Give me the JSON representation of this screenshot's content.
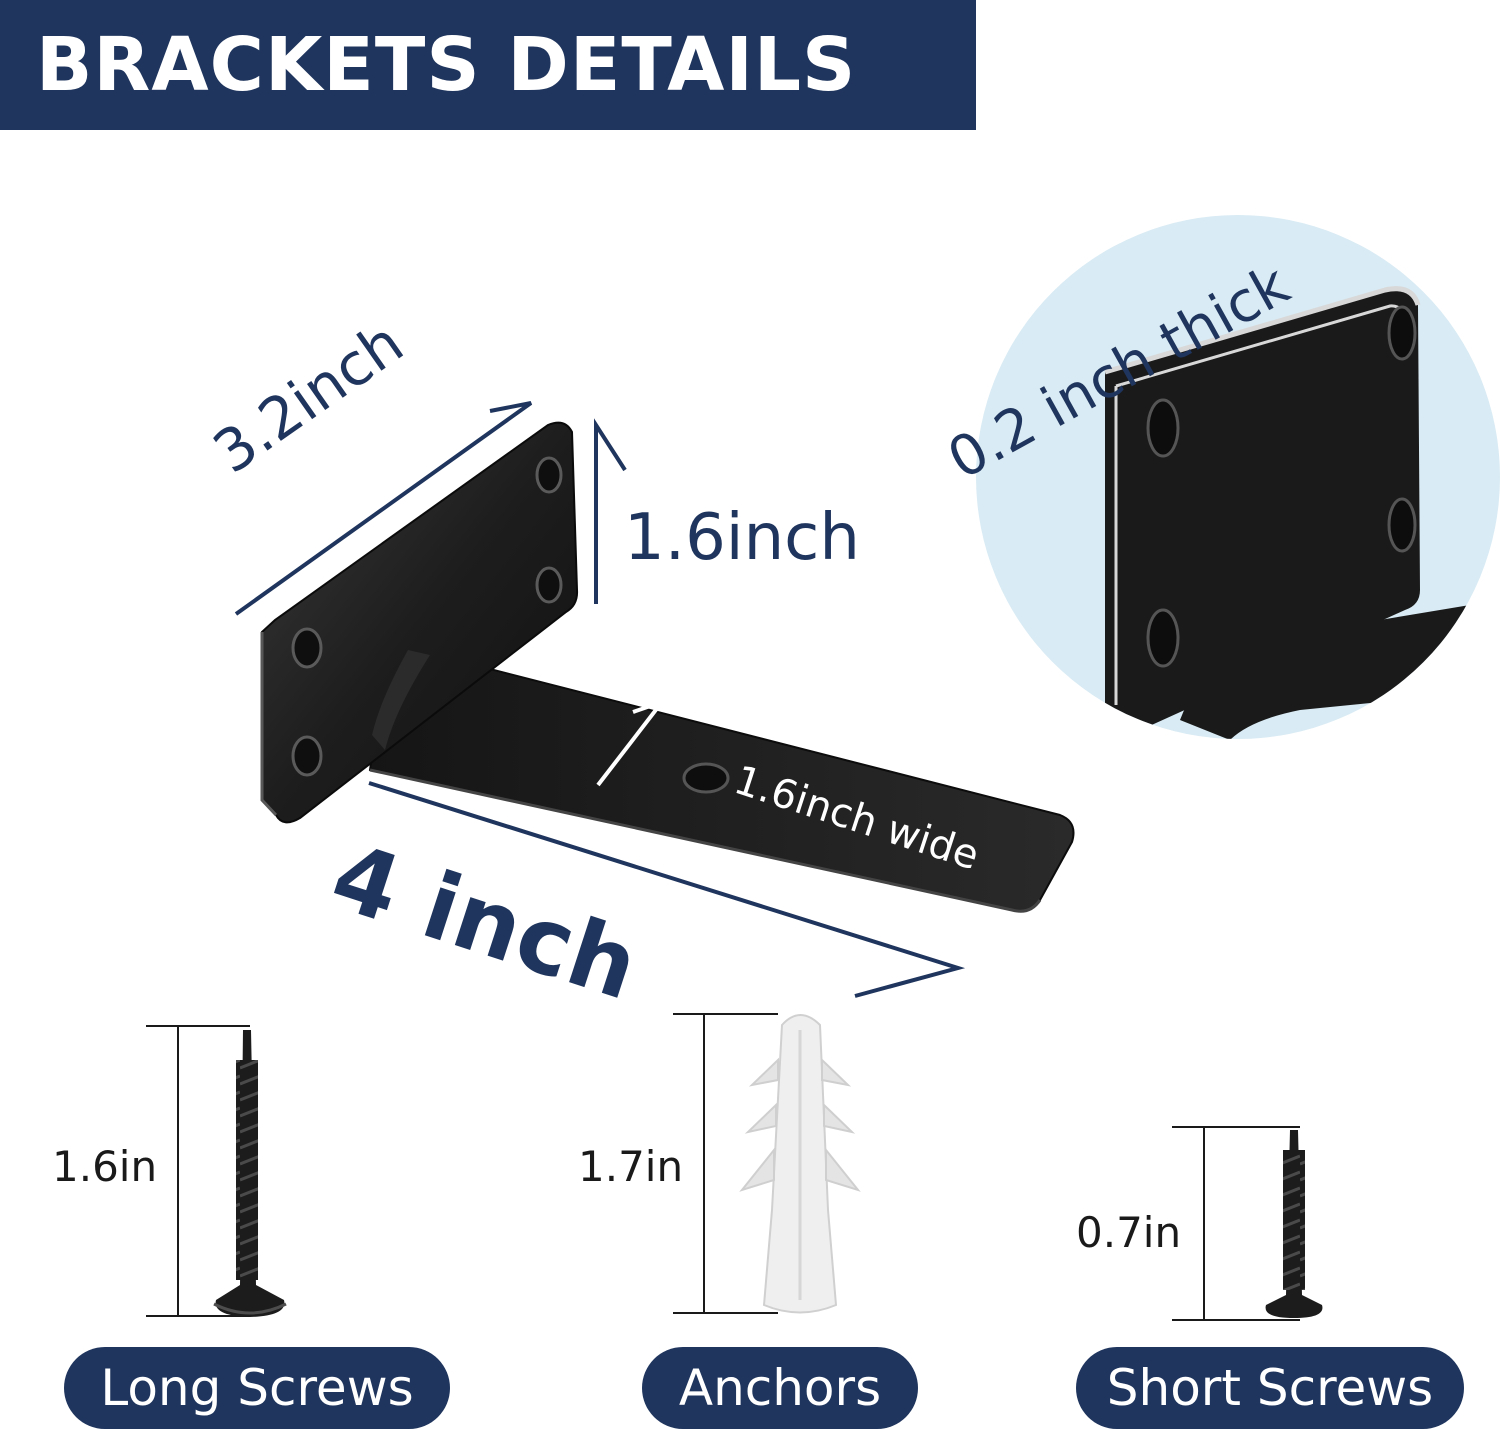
{
  "banner": {
    "title": "BRACKETS DETAILS"
  },
  "dimensions": {
    "plate_width": "3.2inch",
    "plate_height": "1.6inch",
    "arm_width": "1.6inch wide",
    "arm_length": "4 inch",
    "thickness": "0.2 inch thick"
  },
  "parts": [
    {
      "size": "1.6in",
      "label": "Long Screws"
    },
    {
      "size": "1.7in",
      "label": "Anchors"
    },
    {
      "size": "0.7in",
      "label": "Short Screws"
    }
  ],
  "colors": {
    "navy": "#1f355d",
    "circle_bg": "#d9ebf4",
    "metal": "#1c1c1c"
  }
}
